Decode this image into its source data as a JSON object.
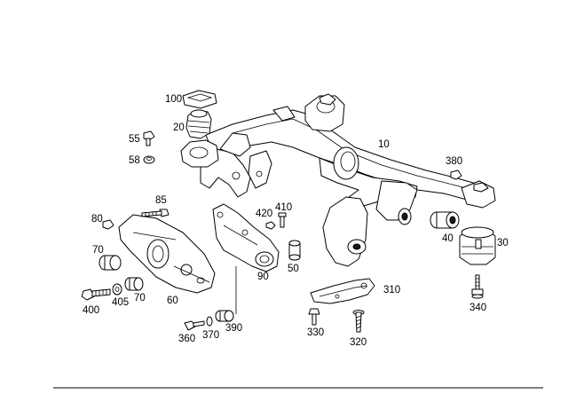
{
  "diagram": {
    "labels": {
      "l10": "10",
      "l20": "20",
      "l30": "30",
      "l40": "40",
      "l50": "50",
      "l55": "55",
      "l58": "58",
      "l60": "60",
      "l70a": "70",
      "l70b": "70",
      "l80": "80",
      "l85": "85",
      "l90": "90",
      "l100": "100",
      "l310": "310",
      "l320": "320",
      "l330": "330",
      "l340": "340",
      "l360": "360",
      "l370": "370",
      "l380": "380",
      "l390": "390",
      "l400": "400",
      "l405": "405",
      "l410": "410",
      "l420": "420"
    },
    "colors": {
      "ink": "#000000",
      "paper": "#ffffff"
    }
  }
}
